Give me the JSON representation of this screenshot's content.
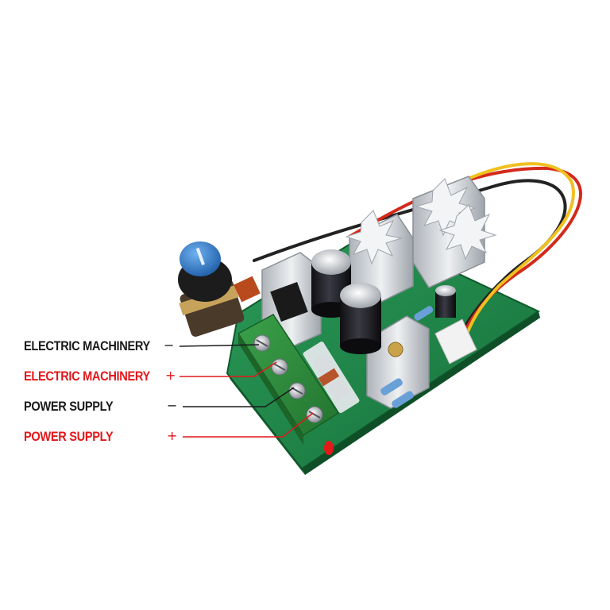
{
  "labels": [
    {
      "text": "ELECTRIC MACHINERY",
      "sign": "−",
      "color": "#1a1a1a"
    },
    {
      "text": "ELECTRIC MACHINERY",
      "sign": "+",
      "color": "#e3171c"
    },
    {
      "text": "POWER SUPPLY",
      "sign": "−",
      "color": "#1a1a1a"
    },
    {
      "text": "POWER SUPPLY",
      "sign": "+",
      "color": "#e3171c"
    }
  ],
  "colors": {
    "pcb": "#1e8a4a",
    "terminal_block": "#2e8a3c",
    "knob": "#2f78c8",
    "heatsink": "#c9cdd2",
    "wire_red": "#d42a1c",
    "wire_yellow": "#f0c020",
    "wire_black": "#222222"
  }
}
